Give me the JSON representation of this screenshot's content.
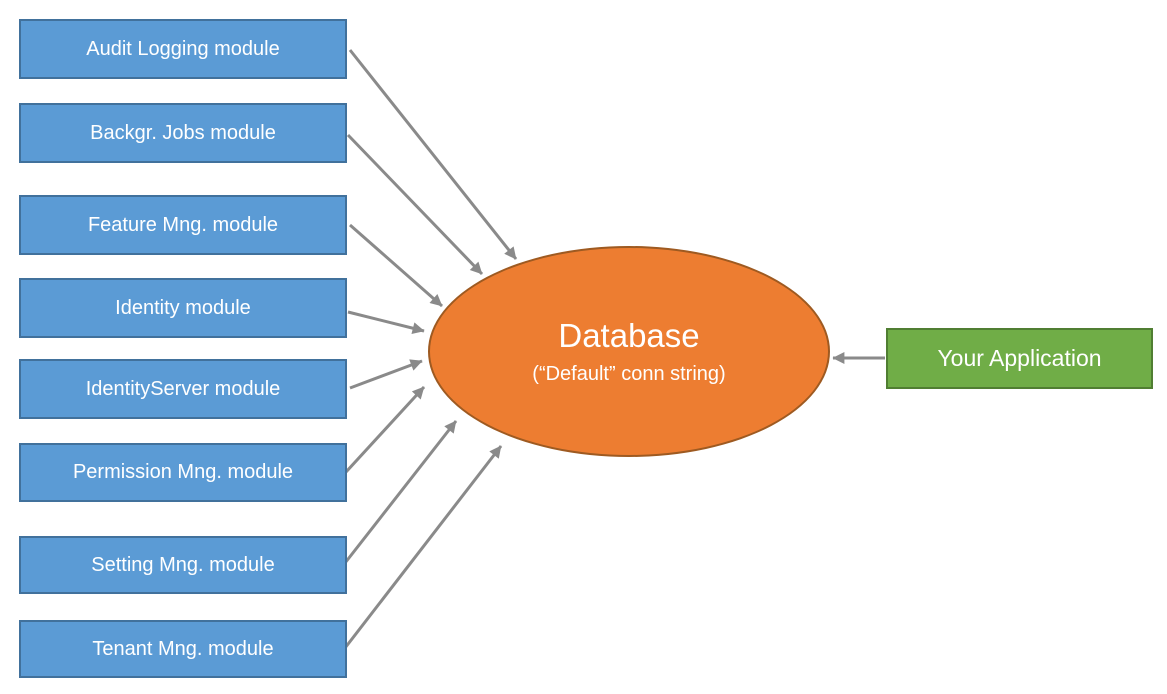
{
  "diagram": {
    "modules": [
      {
        "label": "Audit Logging module"
      },
      {
        "label": "Backgr. Jobs module"
      },
      {
        "label": "Feature Mng. module"
      },
      {
        "label": "Identity module"
      },
      {
        "label": "IdentityServer module"
      },
      {
        "label": "Permission Mng. module"
      },
      {
        "label": "Setting Mng. module"
      },
      {
        "label": "Tenant Mng. module"
      }
    ],
    "database": {
      "title": "Database",
      "subtitle": "(“Default” conn string)"
    },
    "application": {
      "label": "Your Application"
    },
    "arrows": [
      {
        "from": "Audit Logging module",
        "to": "Database"
      },
      {
        "from": "Backgr. Jobs module",
        "to": "Database"
      },
      {
        "from": "Feature Mng. module",
        "to": "Database"
      },
      {
        "from": "Identity module",
        "to": "Database"
      },
      {
        "from": "IdentityServer module",
        "to": "Database"
      },
      {
        "from": "Permission Mng. module",
        "to": "Database"
      },
      {
        "from": "Setting Mng. module",
        "to": "Database"
      },
      {
        "from": "Tenant Mng. module",
        "to": "Database"
      },
      {
        "from": "Your Application",
        "to": "Database"
      }
    ],
    "colors": {
      "module_fill": "#5B9BD5",
      "module_border": "#41719C",
      "database_fill": "#ED7D31",
      "database_border": "#9E5A21",
      "application_fill": "#70AD47",
      "application_border": "#507E32",
      "arrow": "#8A8A8A",
      "shape_text": "#FFFFFF"
    }
  }
}
